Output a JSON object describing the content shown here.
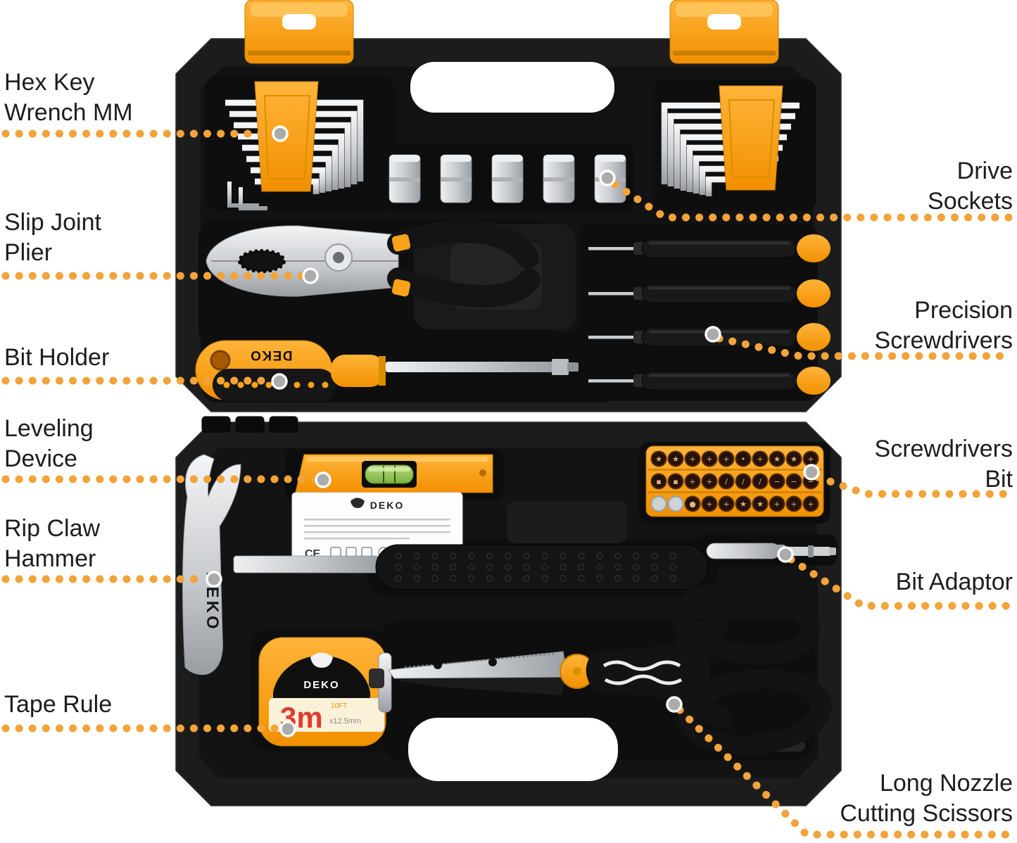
{
  "brand": "DEKO",
  "colors": {
    "accent_orange": "#F2A33A",
    "tool_orange": "#F59B12",
    "case_black": "#1C1C1C",
    "silver": "#C9CCD0",
    "marker_gray": "#ABABAB",
    "vial_green": "#8BC34A",
    "tape_red": "#E03A2F",
    "label_text": "#1D1D1D",
    "background": "#FFFFFF"
  },
  "annotations": {
    "left": [
      {
        "lines": [
          "Hex Key",
          "Wrench MM"
        ]
      },
      {
        "lines": [
          "Slip Joint",
          "Plier"
        ]
      },
      {
        "lines": [
          "Bit Holder"
        ]
      },
      {
        "lines": [
          "Leveling",
          "Device"
        ]
      },
      {
        "lines": [
          "Rip Claw",
          "Hammer"
        ]
      },
      {
        "lines": [
          "Tape Rule"
        ]
      }
    ],
    "right": [
      {
        "lines": [
          "Drive",
          "Sockets"
        ]
      },
      {
        "lines": [
          "Precision",
          "Screwdrivers"
        ]
      },
      {
        "lines": [
          "Screwdrivers",
          "Bit"
        ]
      },
      {
        "lines": [
          "Bit Adaptor"
        ]
      },
      {
        "lines": [
          "Long Nozzle",
          "Cutting Scissors"
        ]
      }
    ]
  },
  "tape": {
    "brand": "DEKO",
    "size_metric": "3m",
    "size_imperial": "10FT",
    "width_label": "x12.5mm"
  },
  "bit_holder": {
    "brand": "DEKO"
  },
  "hammer": {
    "brand": "DEKO"
  },
  "label_card": {
    "brand": "DEKO",
    "ce_mark": "CE"
  },
  "bits": {
    "rows": [
      [
        "★",
        "★",
        "+",
        "+",
        "+",
        "•",
        "+",
        "★",
        "★",
        "+"
      ],
      [
        "▪",
        "▪",
        "+",
        "+",
        "/",
        "/",
        "/",
        "−",
        "−",
        "−"
      ],
      [
        "",
        "",
        "●",
        "+",
        "+",
        "★",
        "★",
        "+",
        "+",
        "+"
      ]
    ]
  }
}
